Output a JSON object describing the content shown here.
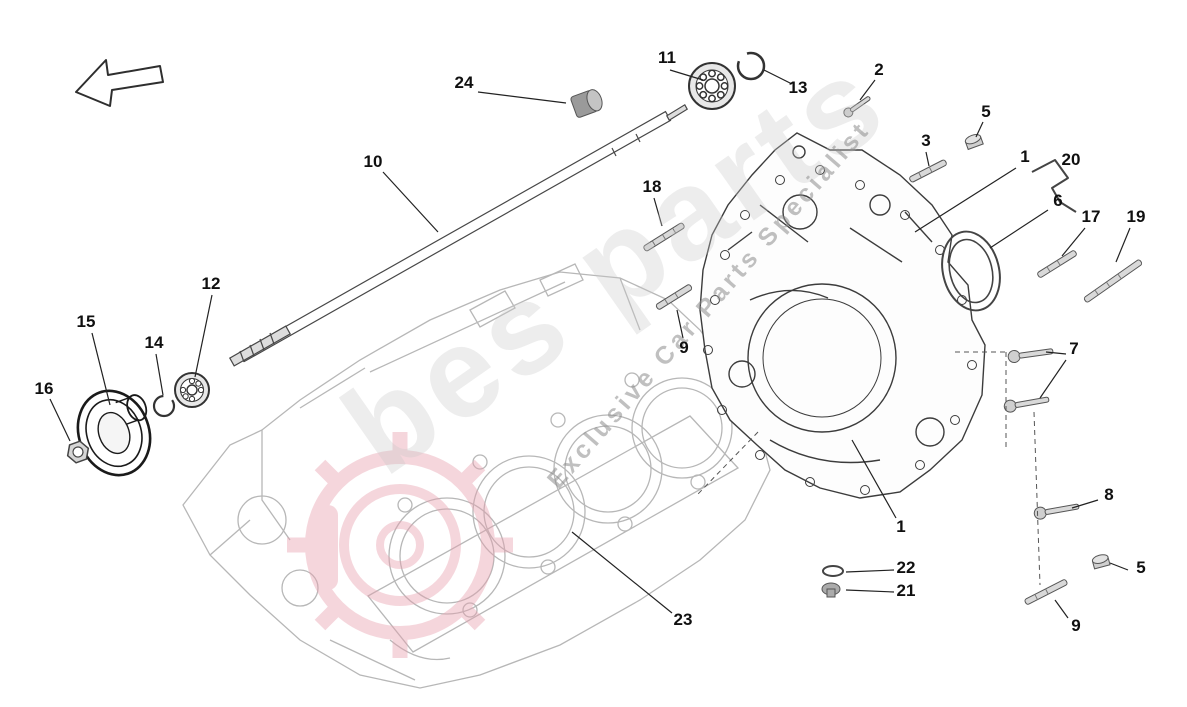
{
  "diagram": {
    "kind": "exploded-parts-diagram",
    "background": "#ffffff",
    "cover_line_color": "#3c3c3c",
    "block_line_color": "#b7b7b7",
    "callout_color": "#101010"
  },
  "watermark": {
    "primary": "bes parts",
    "secondary": "Exclusive Car Parts Specialist",
    "text_color": "#c9c9c9",
    "logo_color": "#e8a0ae"
  },
  "callouts": [
    {
      "label": "24"
    },
    {
      "label": "11"
    },
    {
      "label": "13"
    },
    {
      "label": "2"
    },
    {
      "label": "3"
    },
    {
      "label": "5"
    },
    {
      "label": "1"
    },
    {
      "label": "20"
    },
    {
      "label": "10"
    },
    {
      "label": "18"
    },
    {
      "label": "6"
    },
    {
      "label": "17"
    },
    {
      "label": "19"
    },
    {
      "label": "12"
    },
    {
      "label": "15"
    },
    {
      "label": "14"
    },
    {
      "label": "9"
    },
    {
      "label": "16"
    },
    {
      "label": "7"
    },
    {
      "label": "8"
    },
    {
      "label": "1"
    },
    {
      "label": "22"
    },
    {
      "label": "21"
    },
    {
      "label": "5"
    },
    {
      "label": "9"
    },
    {
      "label": "23"
    }
  ]
}
